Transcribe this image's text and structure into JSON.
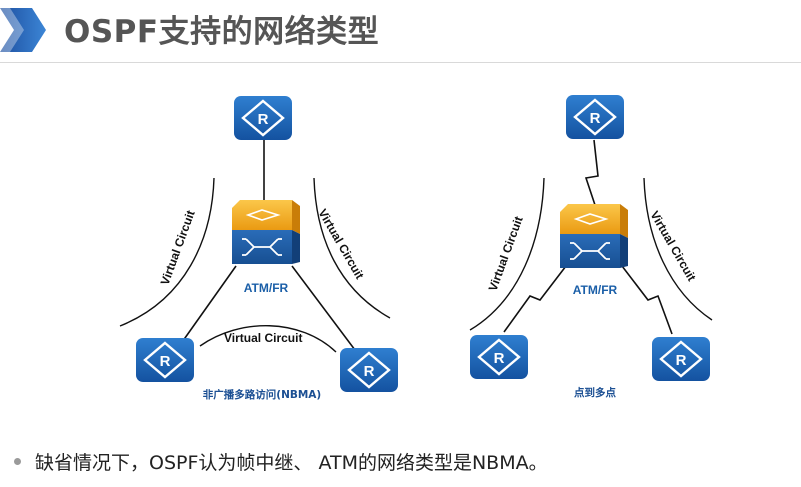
{
  "header": {
    "title": "OSPF支持的网络类型"
  },
  "left_diagram": {
    "circuit_labels": [
      "Virtual Circuit",
      "Virtual Circuit",
      "Virtual Circuit"
    ],
    "switch_label": "ATM/FR",
    "network_label": "非广播多路访问(NBMA)"
  },
  "right_diagram": {
    "circuit_labels": [
      "Virtual Circuit",
      "Virtual Circuit"
    ],
    "switch_label": "ATM/FR",
    "network_label": "点到多点"
  },
  "router_symbol": "R",
  "footer": {
    "bullet_text": "缺省情况下，OSPF认为帧中继、 ATM的网络类型是NBMA。"
  },
  "colors": {
    "router_blue": "#1a63b4",
    "switch_orange": "#f2a81d",
    "switch_blue": "#1d5fa6",
    "label_blue": "#1b5fa8",
    "title_gray": "#555555"
  }
}
